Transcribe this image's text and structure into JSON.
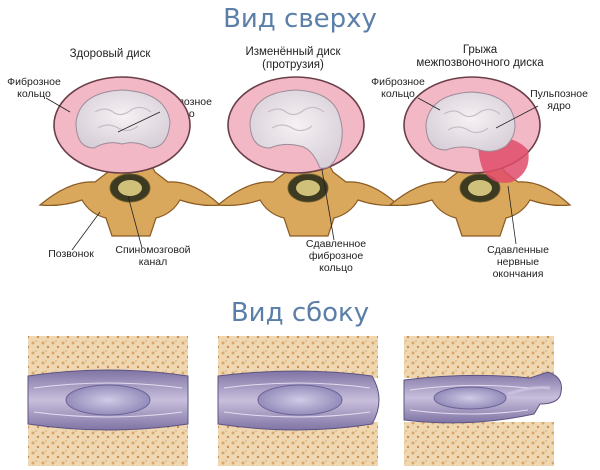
{
  "headings": {
    "top_view": "Вид сверху",
    "side_view": "Вид сбоку"
  },
  "panels": [
    {
      "caption": "Здоровый диск"
    },
    {
      "caption": "Изменённый диск\n(протрузия)"
    },
    {
      "caption": "Грыжа\nмежпозвоночного диска"
    }
  ],
  "labels": {
    "healthy_fibrous_ring": "Фиброзное\nкольцо",
    "healthy_nucleus": "Пульпозное\nядро",
    "vertebra": "Позвонок",
    "spinal_canal": "Спиномозговой\nканал",
    "compressed_ring": "Сдавленное\nфиброзное\nкольцо",
    "hernia_fibrous_ring": "Фиброзное\nкольцо",
    "hernia_nucleus": "Пульпозное\nядро",
    "compressed_nerves": "Сдавленные\nнервные\nокончания"
  },
  "colors": {
    "heading": "#5b7fa8",
    "ring": "#f2b8c6",
    "nucleus": "#ebe4ea",
    "bone": "#d9a85c",
    "bone_porous": "#efd7b2",
    "disc_side": "#9b8fb8"
  }
}
